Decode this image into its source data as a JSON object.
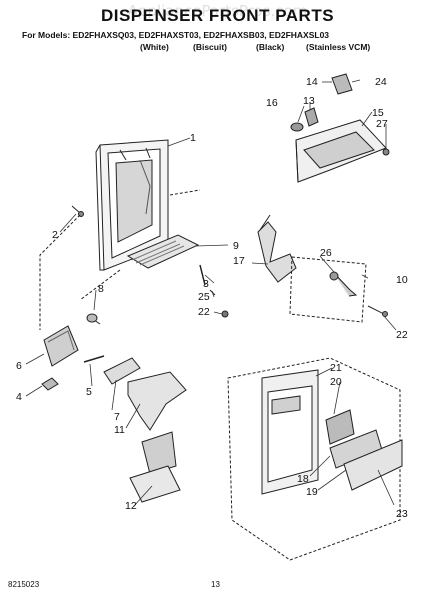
{
  "header": {
    "watermark": "AppliancePartsPros.com",
    "title": "DISPENSER FRONT PARTS",
    "models": "For Models: ED2FHAXSQ03, ED2FHAXST03, ED2FHAXSB03, ED2FHAXSL03",
    "colors": [
      "(White)",
      "(Biscuit)",
      "(Black)",
      "(Stainless VCM)"
    ]
  },
  "callouts": [
    "1",
    "2",
    "3",
    "4",
    "5",
    "6",
    "7",
    "8",
    "9",
    "10",
    "11",
    "12",
    "13",
    "14",
    "15",
    "16",
    "17",
    "18",
    "19",
    "20",
    "21",
    "22",
    "22",
    "23",
    "24",
    "25",
    "26",
    "27"
  ],
  "footer": {
    "part_number": "8215023",
    "page": "13"
  }
}
